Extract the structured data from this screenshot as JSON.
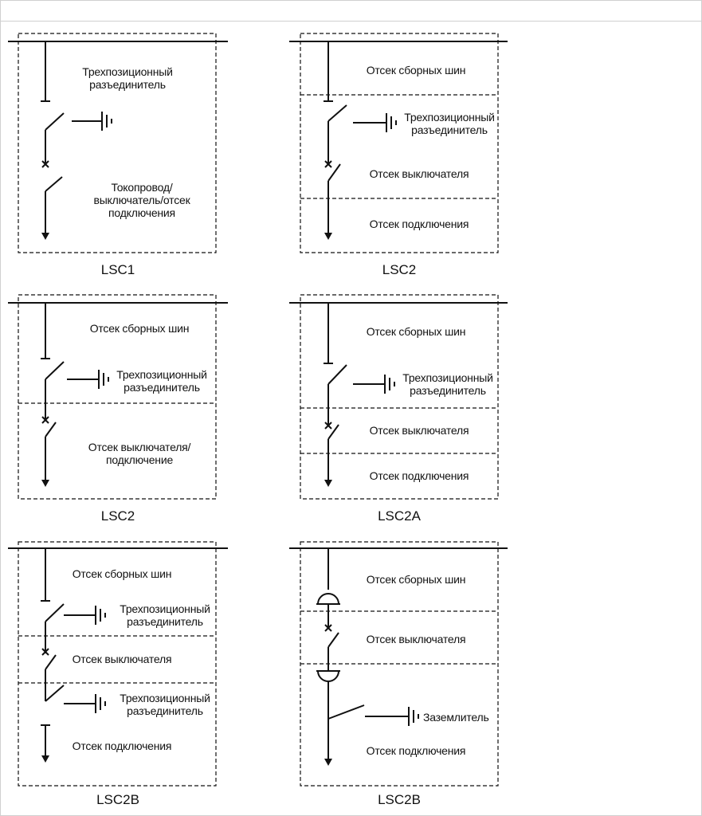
{
  "panels": [
    {
      "caption": "LSC1",
      "labels": [
        "Трехпозиционный разъединитель",
        "Токопровод/ выключатель/отсек подключения"
      ]
    },
    {
      "caption": "LSC2",
      "labels": [
        "Отсек сборных шин",
        "Трехпозиционный разъединитель",
        "Отсек выключателя",
        "Отсек подключения"
      ]
    },
    {
      "caption": "LSC2",
      "labels": [
        "Отсек сборных шин",
        "Трехпозиционный разъединитель",
        "Отсек выключателя/ подключение"
      ]
    },
    {
      "caption": "LSC2A",
      "labels": [
        "Отсек сборных шин",
        "Трехпозиционный разъединитель",
        "Отсек выключателя",
        "Отсек подключения"
      ]
    },
    {
      "caption": "LSC2B",
      "labels": [
        "Отсек сборных шин",
        "Трехпозиционный разъединитель",
        "Отсек выключателя",
        "Трехпозиционный разъединитель",
        "Отсек подключения"
      ]
    },
    {
      "caption": "LSC2B",
      "labels": [
        "Отсек сборных шин",
        "Отсек выключателя",
        "Заземлитель",
        "Отсек подключения"
      ]
    }
  ]
}
